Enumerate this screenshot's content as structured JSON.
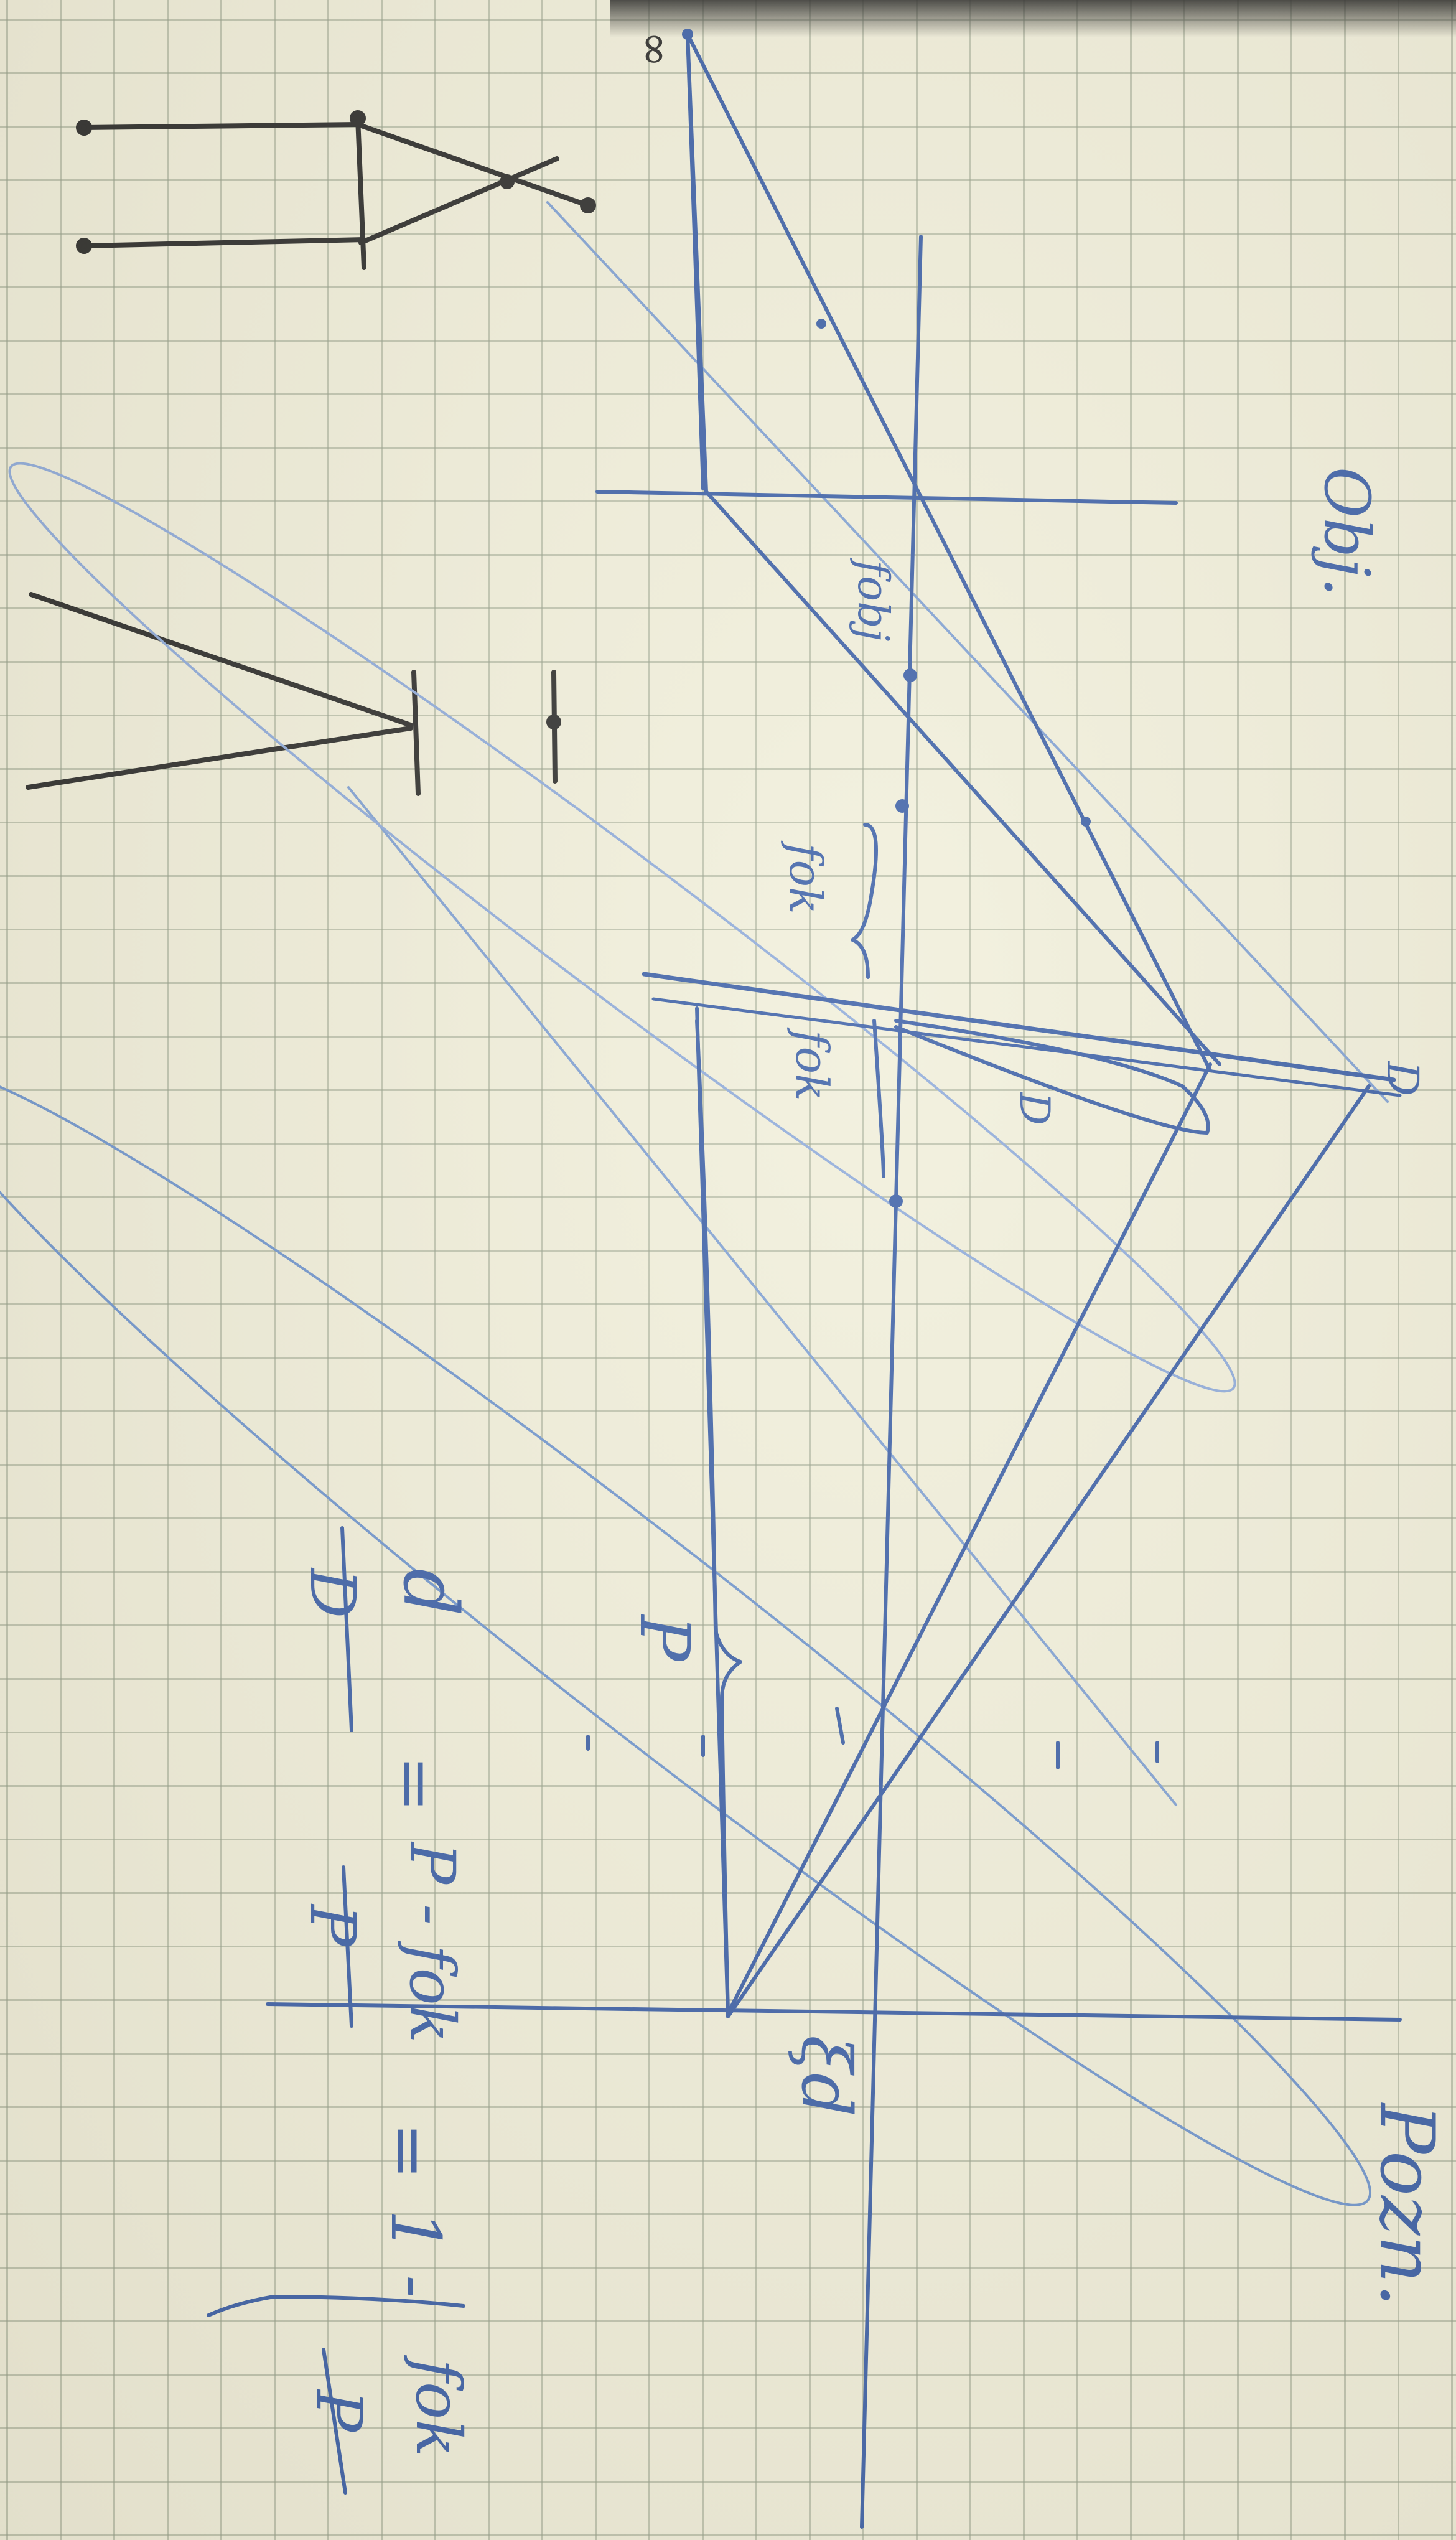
{
  "labels": {
    "infinity": "∞",
    "obj": "Obj.",
    "f_obj": "fobj",
    "f_ok_1": "fok",
    "f_ok_2": "fok",
    "D": "D",
    "P": "P",
    "d_label": "ξd",
    "pozn": "Pozn."
  },
  "formula": {
    "lhs_num": "d",
    "lhs_den": "D",
    "eq1": "=",
    "mid_num": "P - fok",
    "mid_den": "P",
    "eq2": "=",
    "one_minus": "1 -",
    "rhs_num": "fok",
    "rhs_den": "P"
  },
  "colors": {
    "paper": "#f1efdc",
    "grid": "#9aa08c",
    "ink_blue": "#3b5fa8",
    "ink_light": "#6f95cf",
    "ink_dark": "#2b2b2b"
  }
}
